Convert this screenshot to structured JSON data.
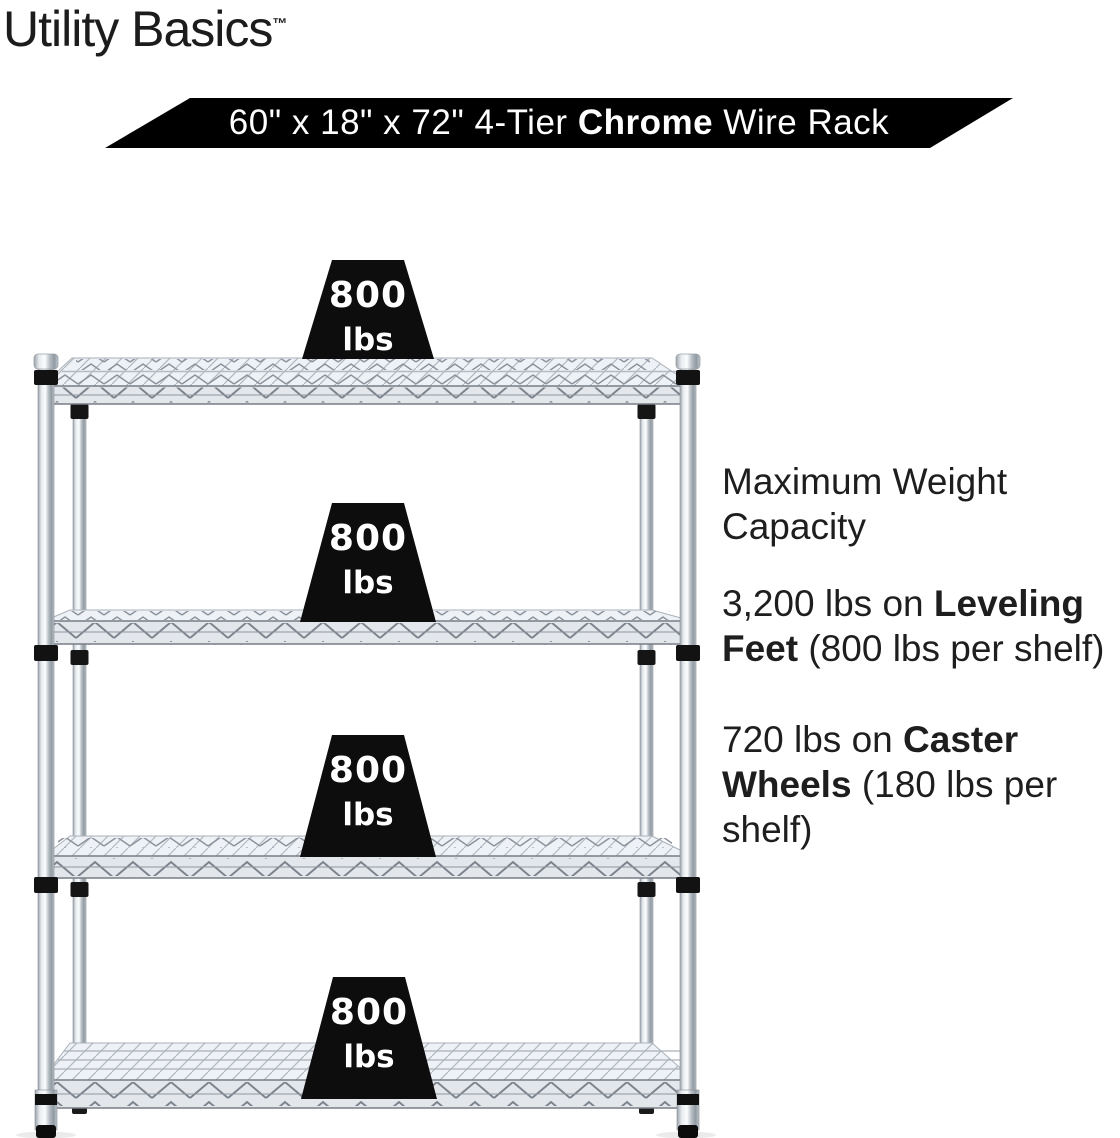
{
  "brand": {
    "name": "Utility Basics",
    "trademark": "™"
  },
  "banner": {
    "prefix": "60\" x 18\" x 72\" 4-Tier ",
    "bold": "Chrome",
    "suffix": " Wire Rack",
    "bg_color": "#000000",
    "text_color": "#ffffff"
  },
  "rack": {
    "description": "4-tier chrome wire shelving rack with leveling feet",
    "tiers": 4,
    "badge_color": "#0d0d0d",
    "weight_badges": [
      {
        "value": "800",
        "unit": "lbs"
      },
      {
        "value": "800",
        "unit": "lbs"
      },
      {
        "value": "800",
        "unit": "lbs"
      },
      {
        "value": "800",
        "unit": "lbs"
      }
    ]
  },
  "specs": {
    "heading": "Maximum Weight Capacity",
    "leveling": {
      "prefix": "3,200 lbs on ",
      "bold": "Leveling Feet",
      "suffix": " (800 lbs per shelf)"
    },
    "casters": {
      "prefix": "720 lbs on ",
      "bold": "Caster Wheels",
      "suffix": " (180 lbs per shelf)"
    }
  },
  "colors": {
    "text": "#1e1e1e",
    "banner_bg": "#000000",
    "badge_fill": "#0d0d0d"
  }
}
